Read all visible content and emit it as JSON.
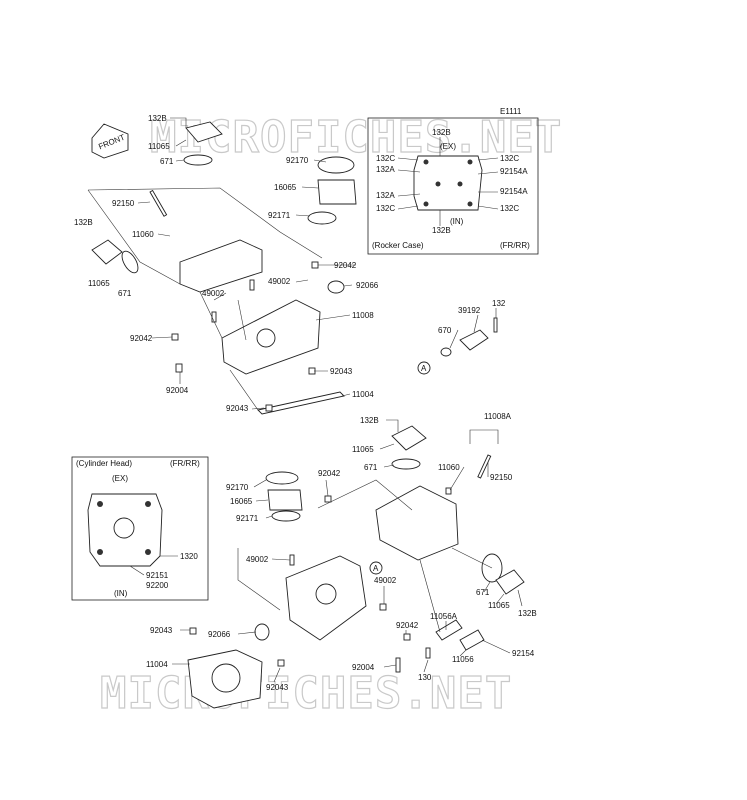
{
  "watermark": "MICROFICHES.NET",
  "diagram_code": "E1111",
  "front_tag": "FRONT",
  "inset_rocker": {
    "title": "(Rocker Case)",
    "variant": "(FR/RR)",
    "ex_label": "(EX)",
    "in_label": "(IN)",
    "labels": [
      "132B",
      "132C",
      "132C",
      "132A",
      "92154A",
      "132A",
      "92154A",
      "132C",
      "132C",
      "132B"
    ]
  },
  "inset_head": {
    "title": "(Cylinder Head)",
    "variant": "(FR/RR)",
    "ex_label": "(EX)",
    "in_label": "(IN)",
    "labels": [
      "1320",
      "92151",
      "92200"
    ]
  },
  "ref_marker": "A",
  "parts": [
    "132B",
    "11065",
    "671",
    "92170",
    "16065",
    "92171",
    "92150",
    "11060",
    "132B",
    "11065",
    "671",
    "92042",
    "49002",
    "49002",
    "92066",
    "11008",
    "92042",
    "92004",
    "92043",
    "11004",
    "92043",
    "670",
    "39192",
    "132",
    "132B",
    "11008A",
    "11065",
    "671",
    "11060",
    "92150",
    "92170",
    "92042",
    "16065",
    "92171",
    "49002",
    "49002",
    "92043",
    "92066",
    "11004",
    "92043",
    "92042",
    "92004",
    "130",
    "11056A",
    "11056",
    "92154",
    "671",
    "11065",
    "132B"
  ]
}
